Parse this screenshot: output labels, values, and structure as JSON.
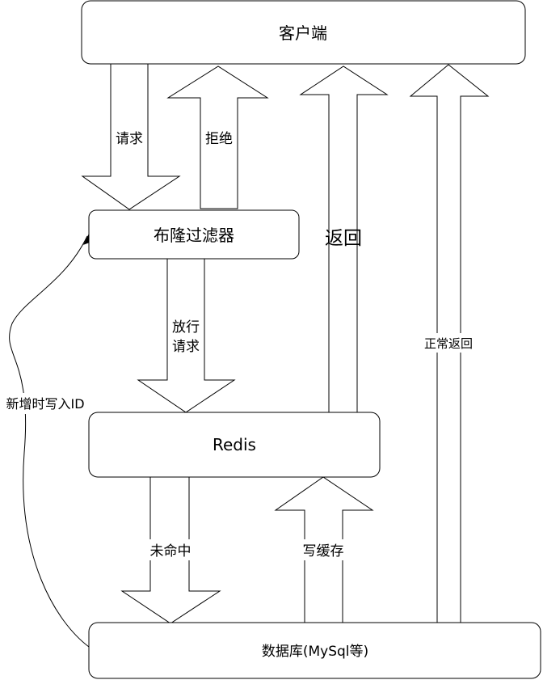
{
  "nodes": {
    "client": "客户端",
    "bloom_filter": "布隆过滤器",
    "redis": "Redis",
    "database": "数据库(MySql等)"
  },
  "edges": {
    "request": "请求",
    "reject": "拒绝",
    "pass_line1": "放行",
    "pass_line2": "请求",
    "return": "返回",
    "normal_return": "正常返回",
    "miss": "未命中",
    "write_cache": "写缓存",
    "write_id_on_insert": "新增时写入ID"
  }
}
